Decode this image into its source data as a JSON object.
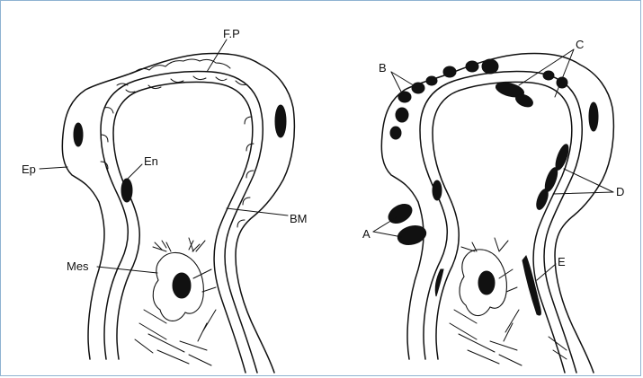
{
  "left_diagram": {
    "labels": {
      "fp": "F.P",
      "ep": "Ep",
      "en": "En",
      "bm": "BM",
      "mes": "Mes"
    }
  },
  "right_diagram": {
    "labels": {
      "a": "A",
      "b": "B",
      "c": "C",
      "d": "D",
      "e": "E"
    }
  },
  "colors": {
    "ink": "#111111",
    "frame_border": "#8fb3d1",
    "background": "#ffffff"
  }
}
